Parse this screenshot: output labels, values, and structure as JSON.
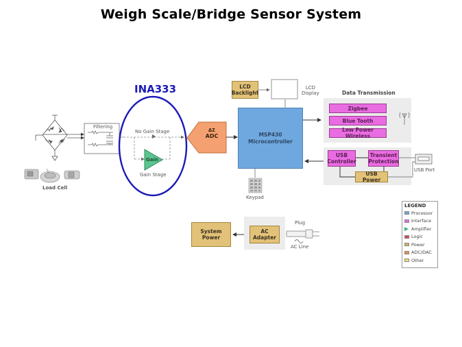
{
  "title": "Weigh Scale/Bridge Sensor System",
  "ina_label": "INA333",
  "sensor": {
    "filtering_label": "Filtering",
    "load_cell_label": "Load Cell"
  },
  "amplifier": {
    "no_gain_label": "No Gain Stage",
    "gain_label": "Gain",
    "gain_stage_label": "Gain Stage"
  },
  "adc": {
    "symbol": "ΔΣ",
    "label": "ADC"
  },
  "mcu": {
    "line1": "MSP430",
    "line2": "Microcontroller"
  },
  "lcd": {
    "backlight_line1": "LCD",
    "backlight_line2": "Backlight",
    "display_line1": "LCD",
    "display_line2": "Display"
  },
  "keypad_label": "Keypad",
  "data_transmission": {
    "title": "Data Transmission",
    "items": [
      "Zigbee",
      "Blue Tooth",
      "Low Power Wireless"
    ]
  },
  "usb": {
    "controller_line1": "USB",
    "controller_line2": "Controller",
    "transient_line1": "Transient",
    "transient_line2": "Protection",
    "power_label": "USB Power",
    "port_label": "USB Port"
  },
  "power": {
    "system_line1": "System",
    "system_line2": "Power",
    "adapter_line1": "AC",
    "adapter_line2": "Adapter",
    "plug_label": "Plug",
    "ac_line_label": "AC Line"
  },
  "legend": {
    "title": "LEGEND",
    "items": [
      {
        "label": "Processor",
        "color": "#6fa8de"
      },
      {
        "label": "Interface",
        "color": "#e96ce0"
      },
      {
        "label": "Amplifier",
        "color": "#3fb57a"
      },
      {
        "label": "Logic",
        "color": "#e0434a"
      },
      {
        "label": "Power",
        "color": "#d7b25a"
      },
      {
        "label": "ADC/DAC",
        "color": "#f08a4b"
      },
      {
        "label": "Other",
        "color": "#f2e16a"
      }
    ]
  },
  "colors": {
    "ina_ellipse": "#1a1ab8",
    "processor": "#6fa8de",
    "interface": "#e96ce0",
    "amplifier": "#3fb57a",
    "power": "#e2c278",
    "adc": "#f4a070"
  }
}
